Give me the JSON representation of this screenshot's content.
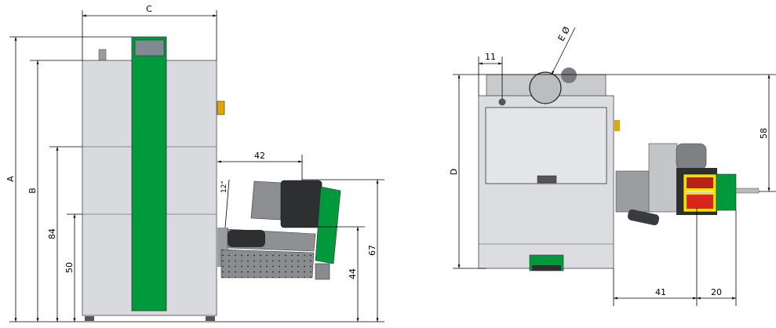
{
  "side_view": {
    "dimensions": {
      "c": "C",
      "a": "A",
      "b": "B",
      "h84": "84",
      "h50": "50",
      "d42": "42",
      "angle": "12°",
      "h67": "67",
      "h44": "44"
    }
  },
  "front_view": {
    "dimensions": {
      "d11": "11",
      "e_dia": "E Ø",
      "d": "D",
      "h58": "58",
      "d41": "41",
      "d20": "20"
    }
  },
  "colors": {
    "body": "#d9dadd",
    "green": "#009a3c",
    "dark": "#2e2f31",
    "red": "#d9261c",
    "yellow": "#f5e000"
  }
}
